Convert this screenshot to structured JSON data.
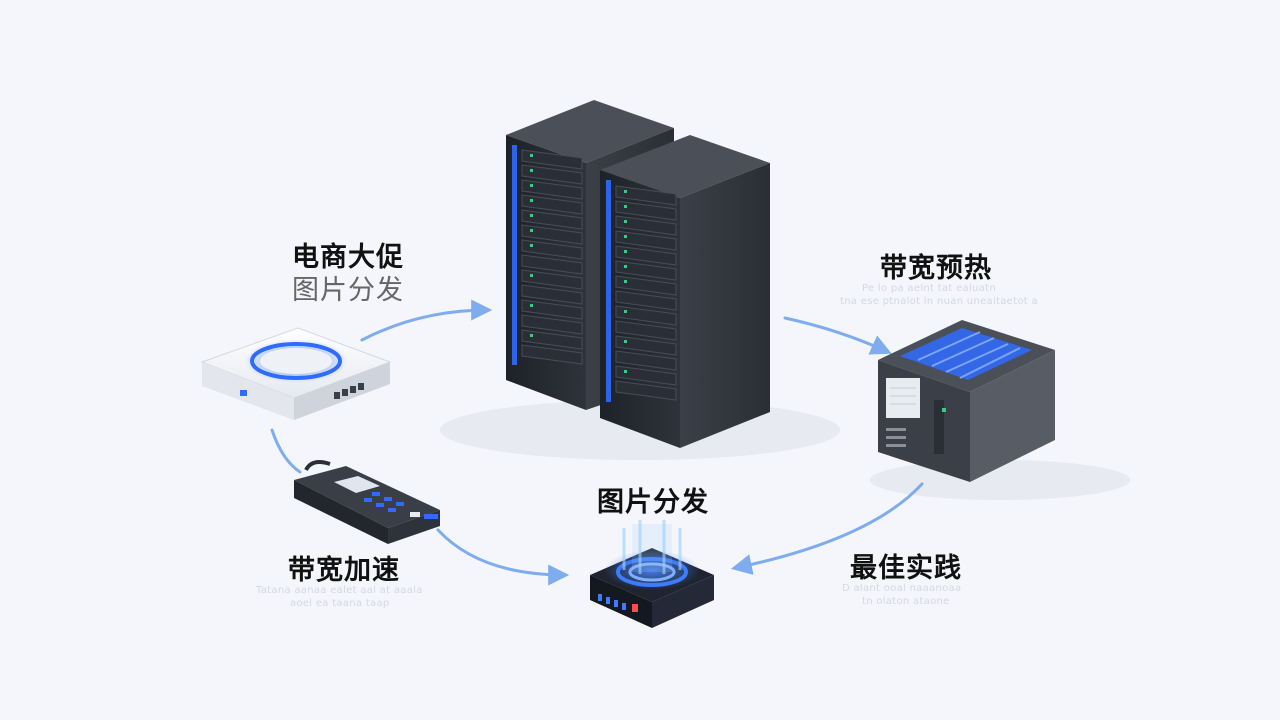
{
  "nodes": {
    "top_left": {
      "title": "电商大促",
      "subtitle": "图片分发"
    },
    "right": {
      "title": "带宽预热",
      "faint_line1": "Pe lo pa aelnt tat ealuatn",
      "faint_line2": "tna ese ptnalot ln nuan uneaitaetot a"
    },
    "center": {
      "title": "图片分发"
    },
    "bottom_left": {
      "title": "带宽加速",
      "faint_line1": "Tatana aanaa ealet aal at aaala",
      "faint_line2": "aoel ea taana taap"
    },
    "bottom_right": {
      "title": "最佳实践",
      "faint_line1": "D alant ooal naaanoaa",
      "faint_line2": "tn olaton ataone"
    }
  },
  "colors": {
    "arrow": "#6aa0ec",
    "accent_blue": "#2f6bff",
    "server_dark": "#2b2f36",
    "background": "#f4f6fb"
  },
  "icons": [
    "router-icon",
    "server-rack-icon",
    "storage-server-icon",
    "handheld-terminal-icon",
    "distribution-hub-icon"
  ]
}
